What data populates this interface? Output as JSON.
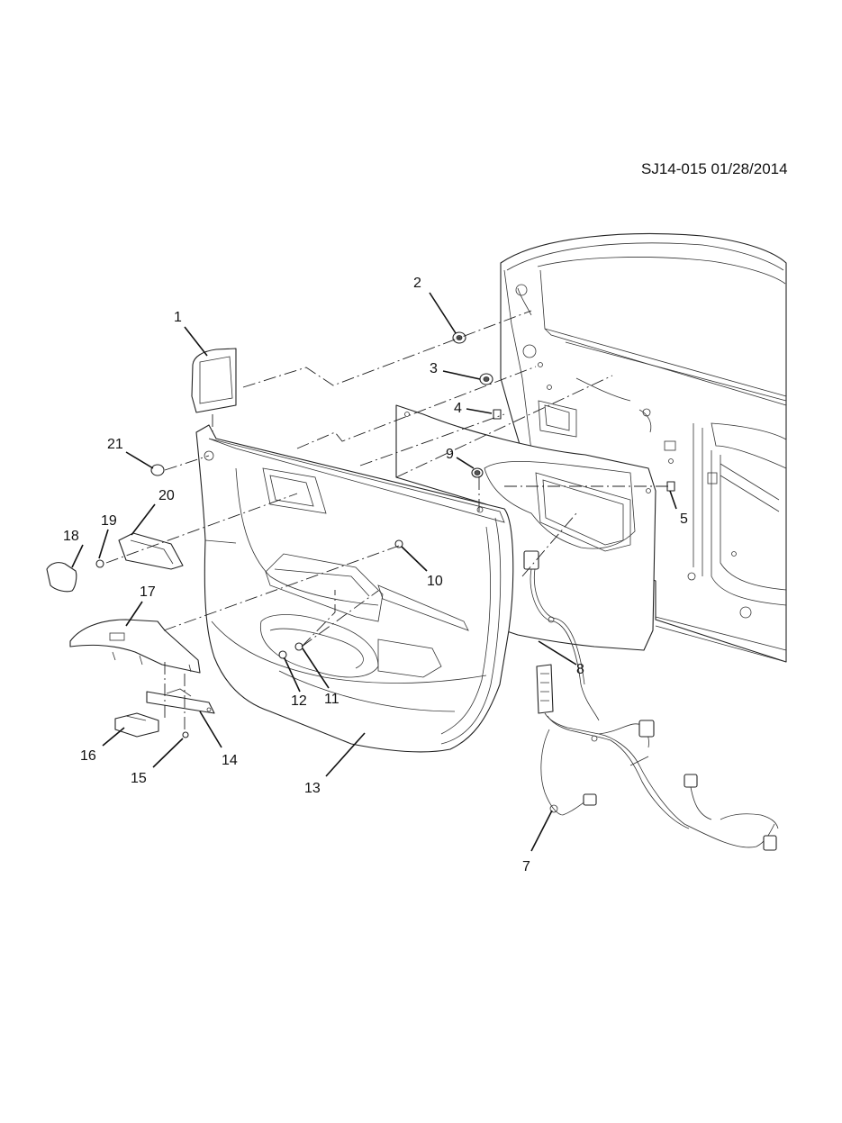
{
  "reference_id": "SJ14-015 01/28/2014",
  "callouts": [
    "1",
    "2",
    "3",
    "4",
    "5",
    "7",
    "8",
    "9",
    "10",
    "11",
    "12",
    "13",
    "14",
    "15",
    "16",
    "17",
    "18",
    "19",
    "20",
    "21"
  ],
  "icons": {
    "door-frame": "door-frame-illustration",
    "door-trim-panel": "door-trim-panel-illustration",
    "water-deflector": "water-deflector-illustration",
    "wiring-harness": "wiring-harness-illustration"
  }
}
